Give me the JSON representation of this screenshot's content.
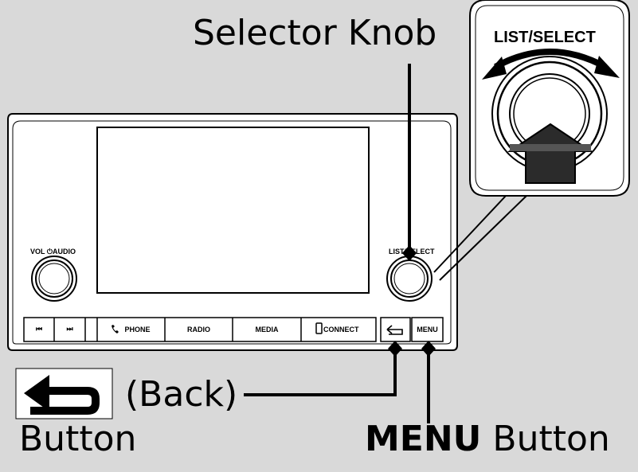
{
  "labels": {
    "selector_knob": "Selector Knob",
    "back_paren": "(Back)",
    "button": "Button",
    "menu_bold": "MENU",
    "menu_button": " Button"
  },
  "unit": {
    "vol_audio": "VOL  ⏻AUDIO",
    "list_select_small": "LIST/SELECT",
    "list_select_zoom": "LIST/SELECT",
    "prev_track": "⏮",
    "next_track": "⏭",
    "phone": "PHONE",
    "radio": "RADIO",
    "media": "MEDIA",
    "connect": "CONNECT",
    "back_symbol": "↵",
    "menu": "MENU"
  },
  "colors": {
    "background": "#d9d9d9",
    "unit_body": "#ffffff",
    "outline": "#000000",
    "arrow_dark": "#333333"
  }
}
